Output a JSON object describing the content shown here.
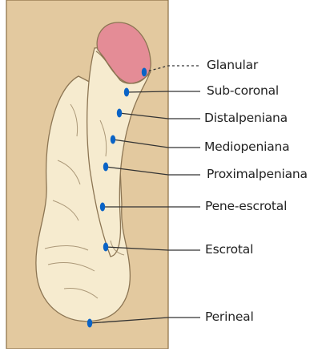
{
  "colors": {
    "background_panel": "#e3c99f",
    "panel_border": "#8a6e43",
    "skin": "#f6ebcf",
    "skin_outline": "#8c7553",
    "glans": "#e48c96",
    "marker": "#0a63c6",
    "leader_line": "#333333"
  },
  "labels": [
    {
      "id": "glanular",
      "text": "Glanular"
    },
    {
      "id": "sub_coronal",
      "text": "Sub-coronal"
    },
    {
      "id": "distalpeniana",
      "text": "Distalpeniana"
    },
    {
      "id": "mediopeniana",
      "text": "Mediopeniana"
    },
    {
      "id": "proximalpeniana",
      "text": "Proximalpeniana"
    },
    {
      "id": "pene_escrotal",
      "text": "Pene-escrotal"
    },
    {
      "id": "escrotal",
      "text": "Escrotal"
    },
    {
      "id": "perineal",
      "text": "Perineal"
    }
  ]
}
